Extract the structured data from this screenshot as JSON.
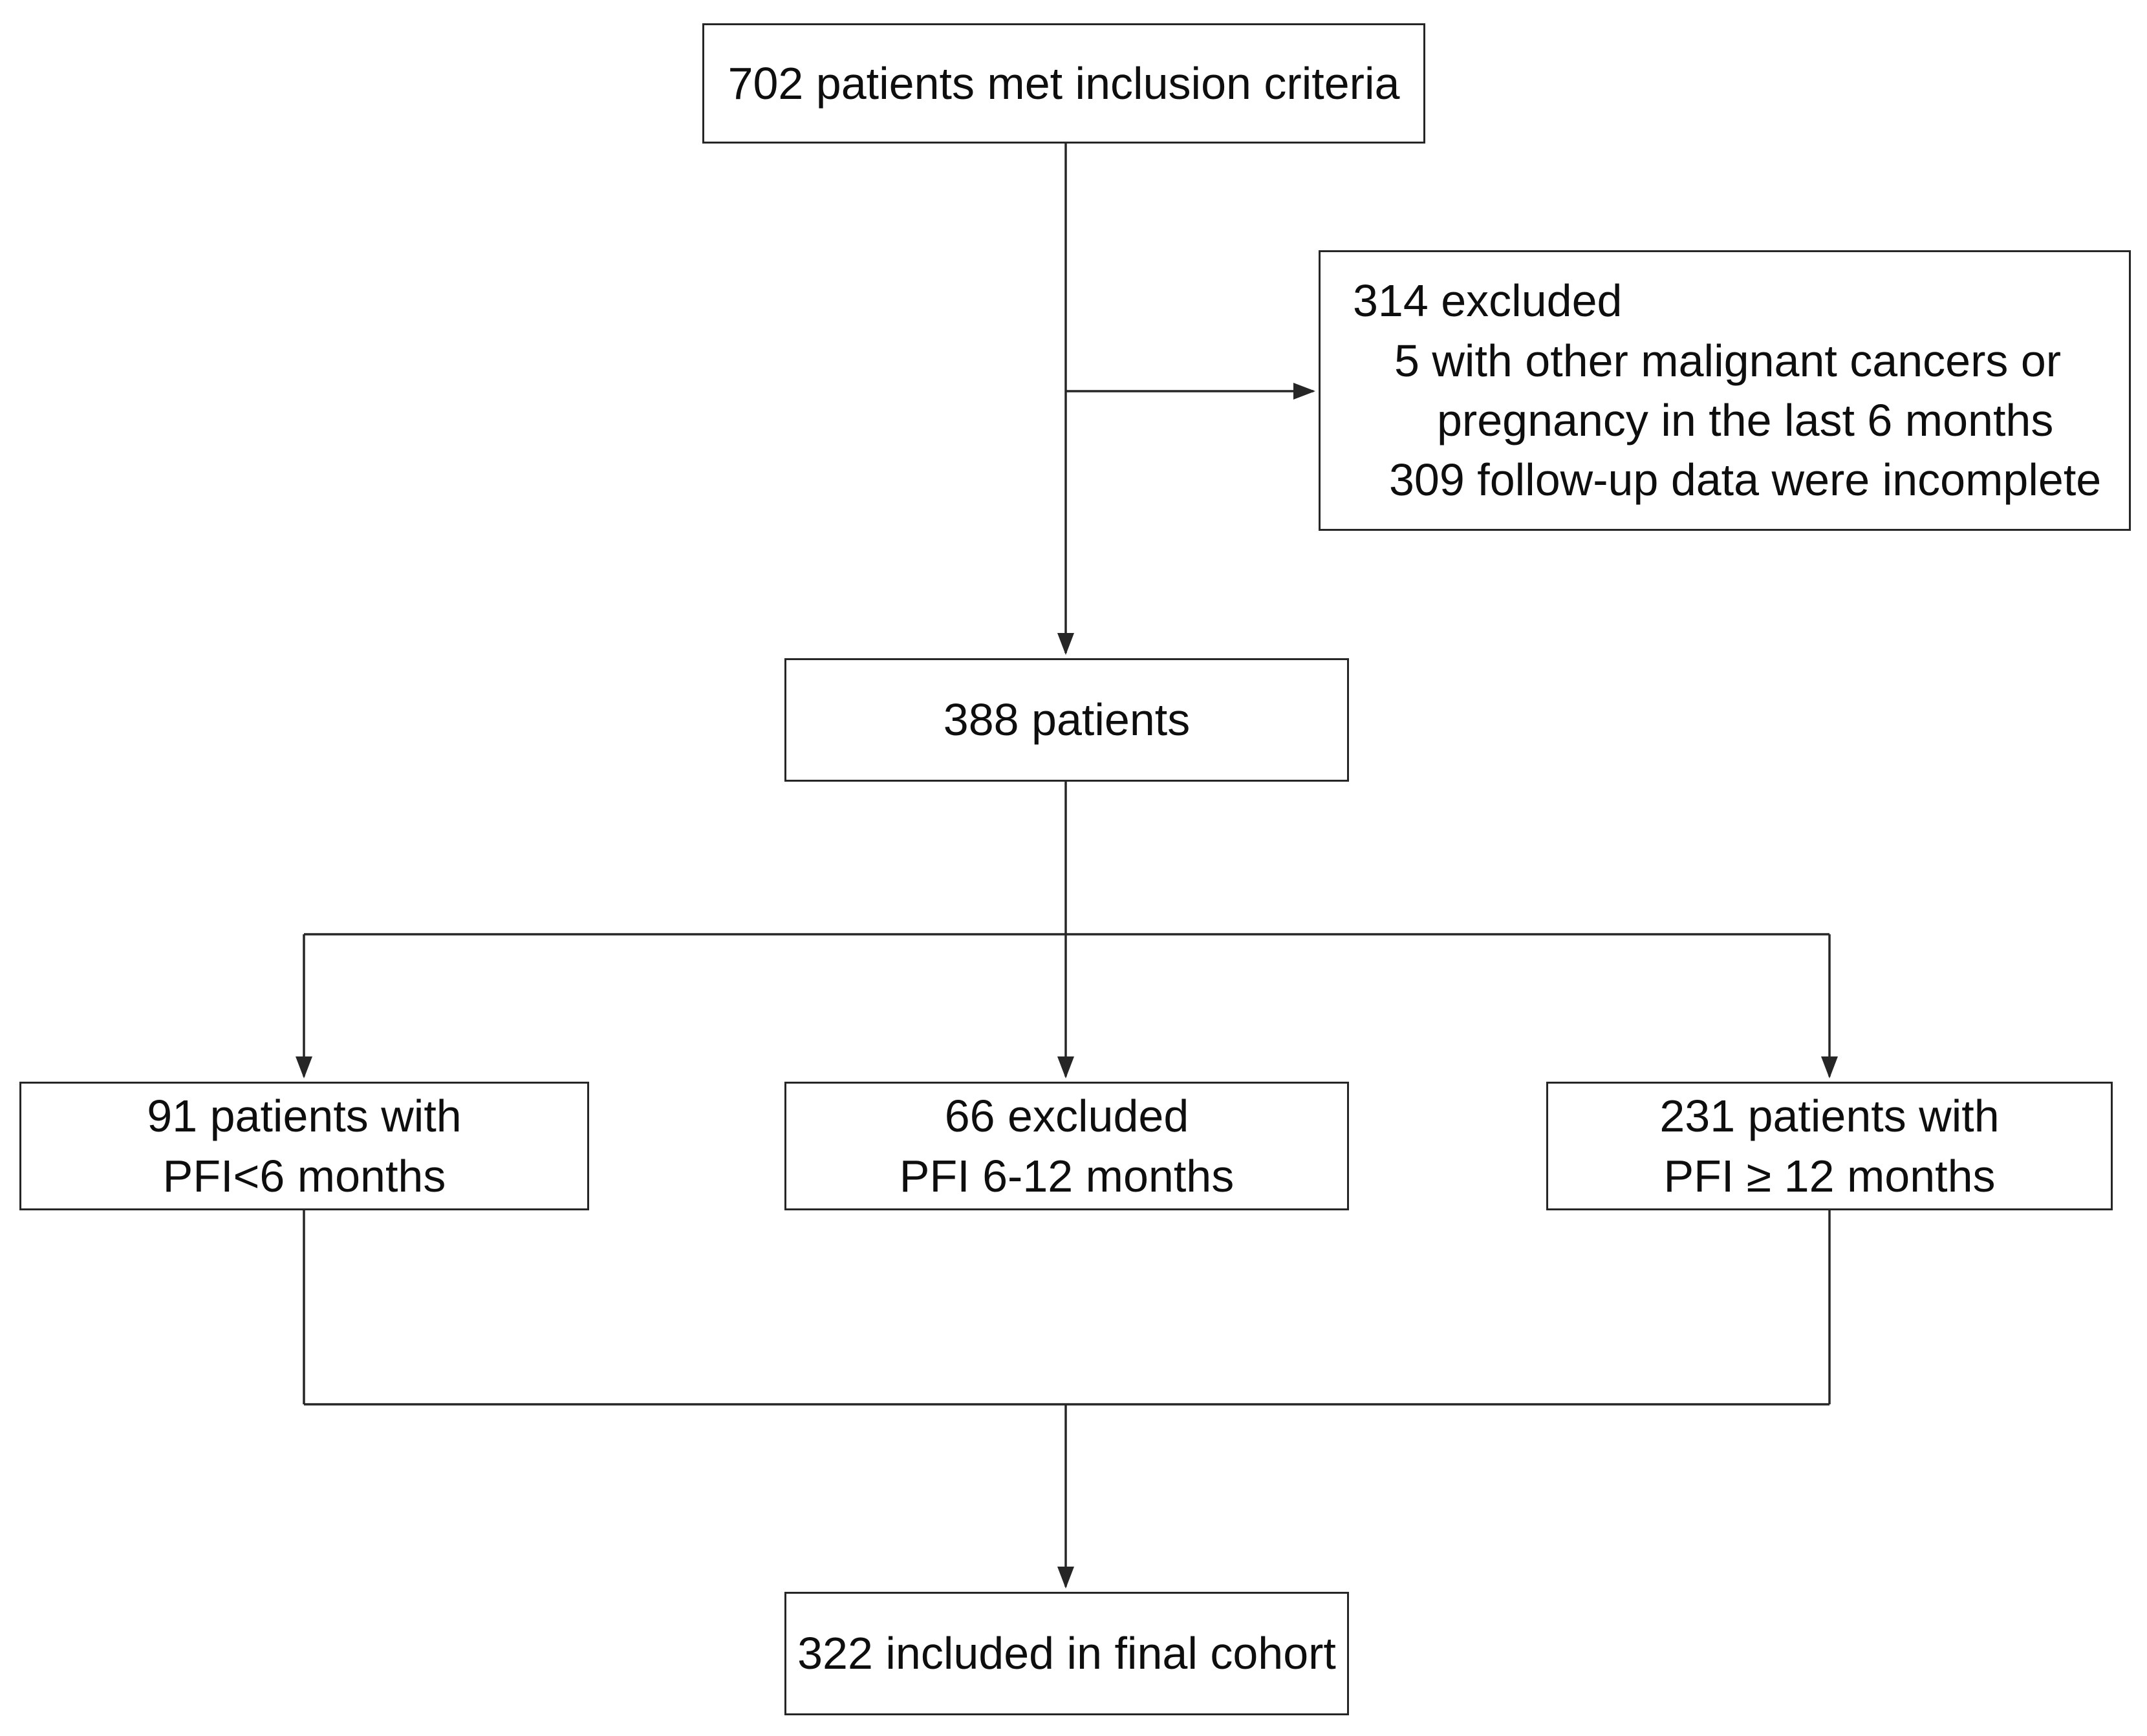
{
  "flow": {
    "inclusion": {
      "label": "702 patients met inclusion criteria"
    },
    "excluded": {
      "lines": [
        "314 excluded",
        "5 with other malignant cancers or",
        "pregnancy in the last 6 months",
        "309 follow-up data were incomplete"
      ]
    },
    "patients_388": {
      "label": "388 patients"
    },
    "pfi_lt6": {
      "lines": [
        "91 patients with",
        "PFI<6 months"
      ]
    },
    "pfi_6_12": {
      "lines": [
        "66 excluded",
        "PFI 6-12 months"
      ]
    },
    "pfi_ge12": {
      "lines": [
        "231 patients with",
        "PFI ≥ 12 months"
      ]
    },
    "final_cohort": {
      "label": "322 included in final cohort"
    }
  },
  "colors": {
    "background": "#ffffff",
    "box_background": "#ffffff",
    "line": "#262626",
    "text": "#0e0e0e"
  }
}
